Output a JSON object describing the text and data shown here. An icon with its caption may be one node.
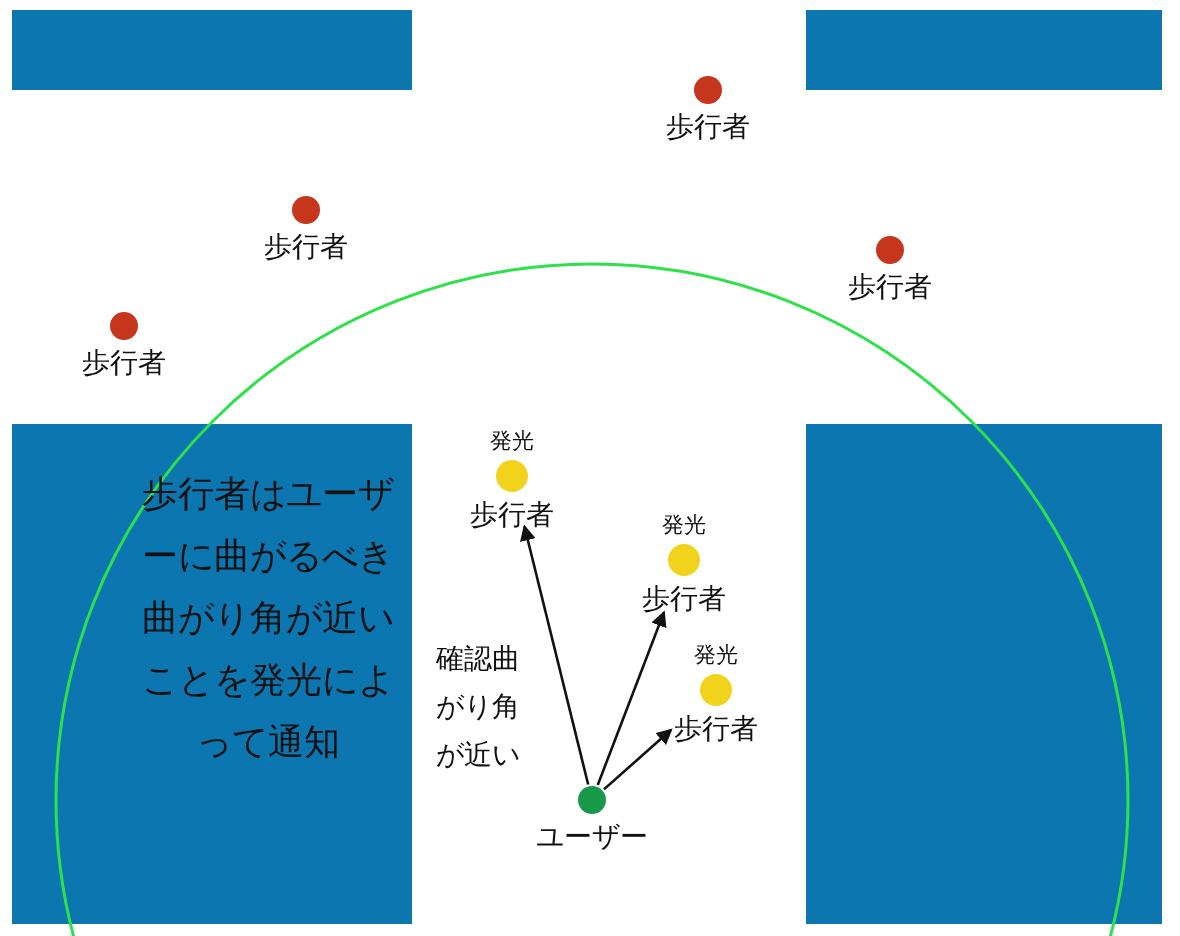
{
  "diagram": {
    "nodes": [
      {
        "text": [],
        "shape": "box"
      },
      {
        "text": [],
        "shape": "box"
      },
      {
        "text": [],
        "shape": "circle",
        "beside": [
          "歩行者"
        ]
      },
      {
        "text": [],
        "shape": "circle",
        "beside": [
          "歩行者"
        ]
      },
      {
        "text": [],
        "shape": "circle",
        "beside": [
          "歩行者"
        ]
      },
      {
        "text": [],
        "shape": "circle",
        "beside": [
          "歩行者"
        ]
      },
      {
        "text": [
          "歩行者はユーザーに曲がるべき曲がり角が近いことを発光によって通知"
        ]
      },
      {
        "text": [],
        "shape": "box"
      },
      {
        "text": [],
        "shape": "circle",
        "beside": [
          "発光",
          "歩行者"
        ]
      },
      {
        "text": [],
        "shape": "circle",
        "beside": [
          "発光",
          "歩行者"
        ]
      },
      {
        "text": [],
        "shape": "circle",
        "beside": [
          "発光",
          "歩行者"
        ]
      },
      {
        "text": [],
        "shape": "circle",
        "beside": [
          "ユーザー"
        ]
      }
    ],
    "edges": [
      {
        "from": 11,
        "to": 8,
        "arrow": "to",
        "label": "確認曲がり角が近い"
      },
      {
        "from": 11,
        "to": 9,
        "arrow": "to"
      },
      {
        "from": 11,
        "to": 10,
        "arrow": "to"
      }
    ]
  }
}
